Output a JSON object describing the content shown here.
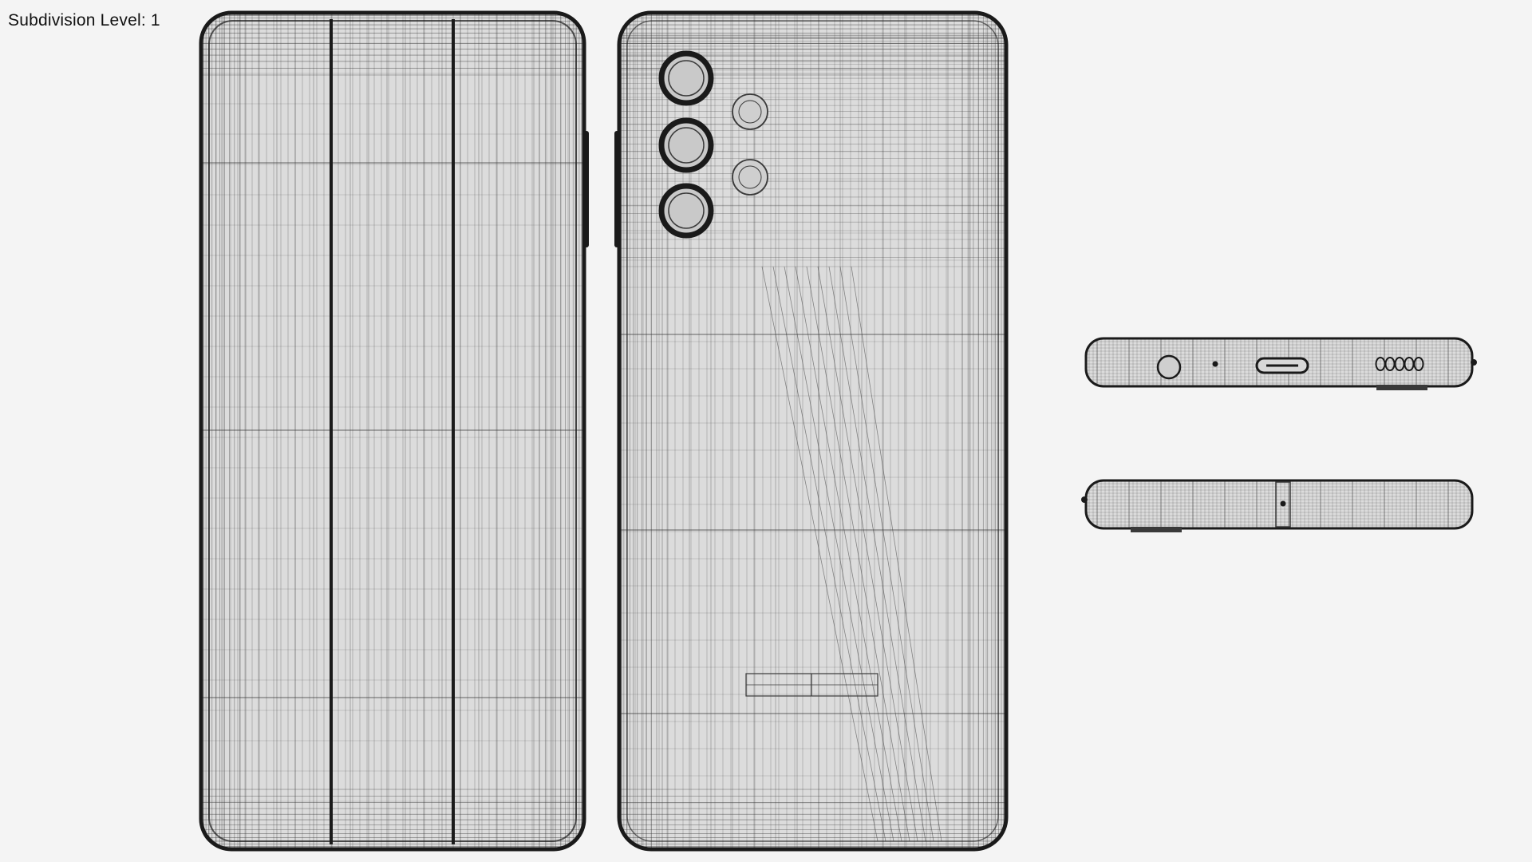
{
  "caption": "Subdivision Level: 1",
  "colors": {
    "background": "#f4f4f4",
    "surface": "#dcdcdc",
    "wire": "#3a3a3a",
    "edge": "#1a1a1a"
  },
  "views": {
    "front": "front-view",
    "back": "back-view",
    "bottom": "bottom-edge-view",
    "top": "top-edge-view"
  },
  "back_features": {
    "camera_lenses": 3,
    "sensors": 2
  },
  "bottom_features": {
    "speaker_holes": 5
  }
}
